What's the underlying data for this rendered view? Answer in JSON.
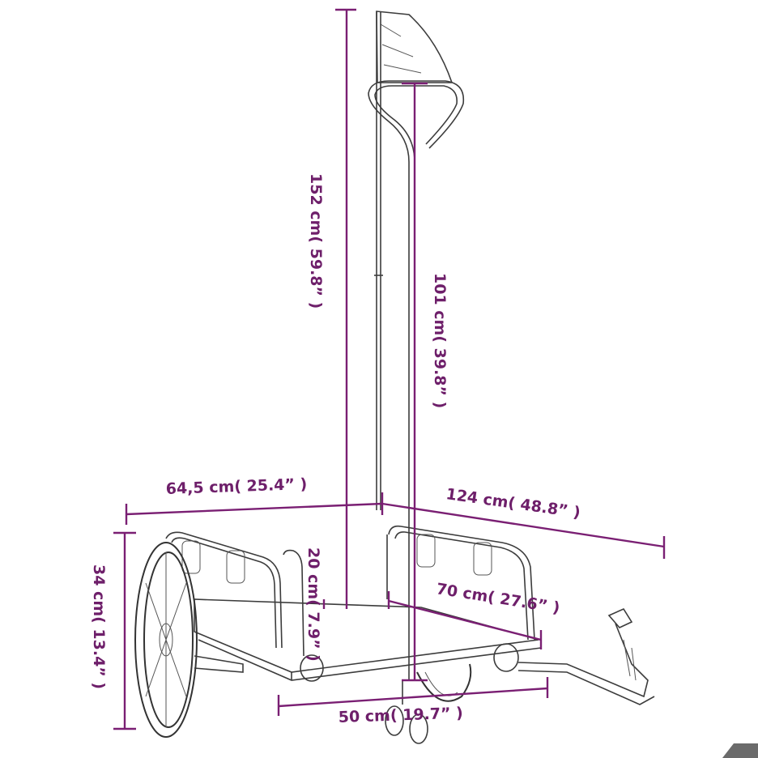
{
  "dimensions": {
    "total_height": "152 cm( 59.8” )",
    "handle_height": "101 cm( 39.8” )",
    "width": "64,5 cm( 25.4” )",
    "length": "124 cm( 48.8” )",
    "wheel_height": "34 cm( 13.4” )",
    "side_height": "20 cm( 7.9” )",
    "bed_length": "70 cm( 27.6” )",
    "bed_width": "50 cm( 19.7” )"
  },
  "colors": {
    "dimension": "#7a1f73",
    "outline": "#3c3c3c"
  }
}
